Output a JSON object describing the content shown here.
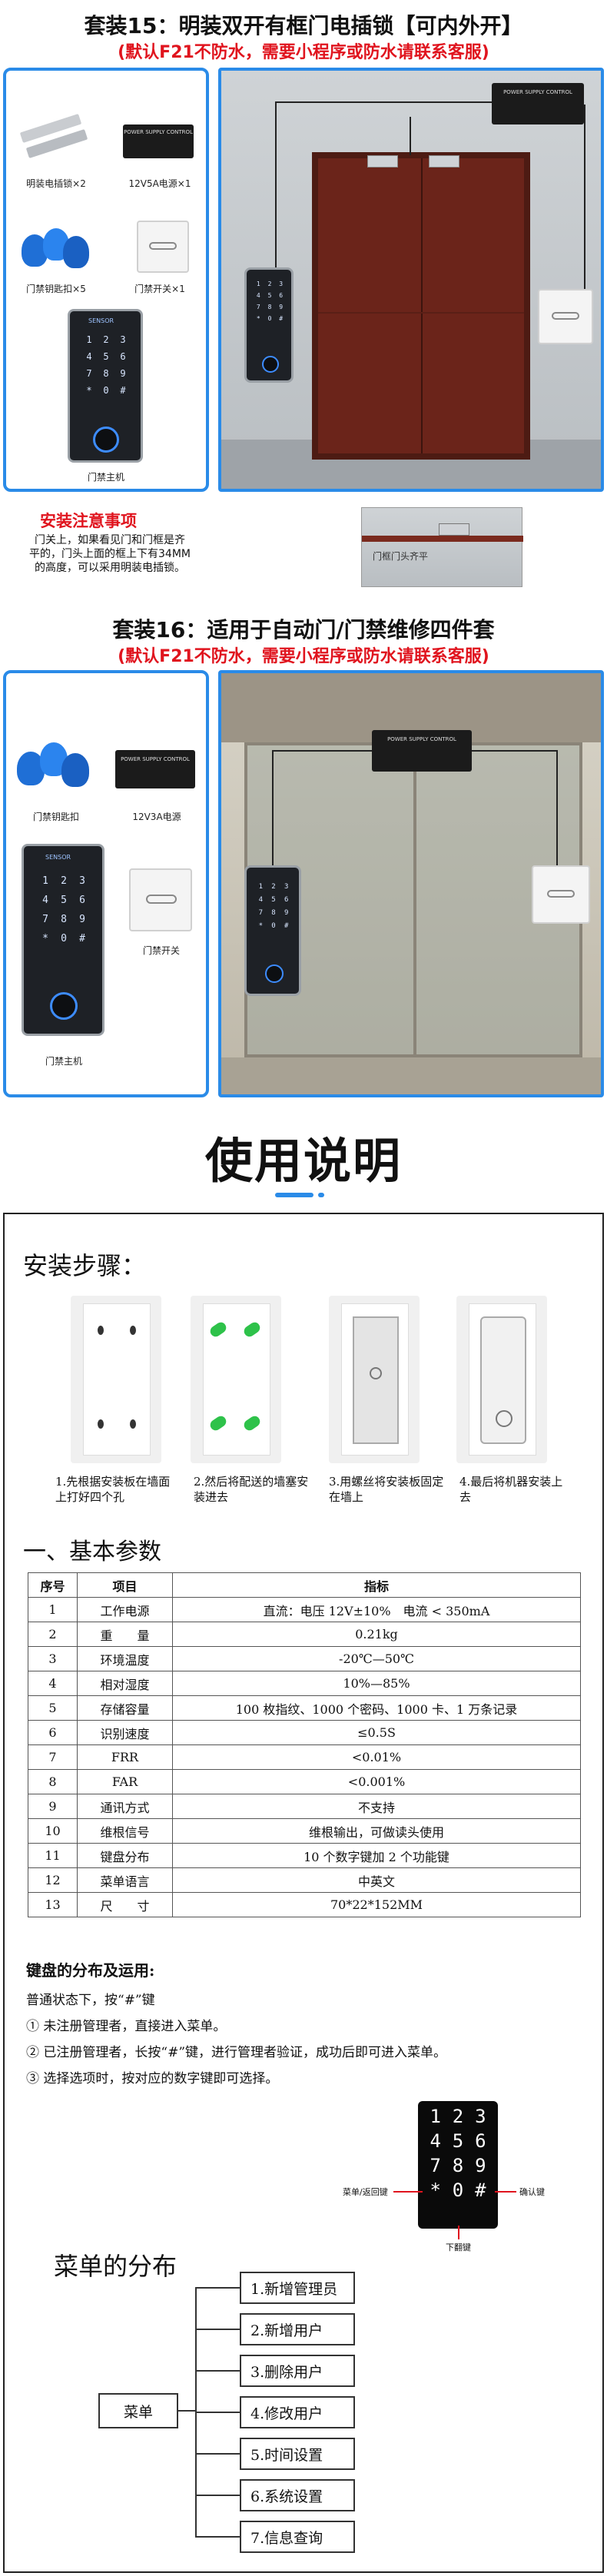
{
  "kit15": {
    "title": "套装15：明装双开有框门电插锁【可内外开】",
    "subtitle": "(默认F21不防水，需要小程序或防水请联系客服)",
    "items": [
      "明装电插锁×2",
      "12V5A电源×1",
      "门禁钥匙扣×5",
      "门禁开关×1",
      "门禁主机"
    ],
    "notice_title": "安装注意事项",
    "notice_text": [
      "门关上，如果看见门和门框是齐",
      "平的，门头上面的框上下有34MM",
      "的高度，可以采用明装电插锁。"
    ],
    "inset_caption": "门框门头齐平",
    "psu_label": "POWER SUPPLY CONTROL"
  },
  "kit16": {
    "title": "套装16：适用于自动门/门禁维修四件套",
    "subtitle": "(默认F21不防水，需要小程序或防水请联系客服)",
    "items": [
      "门禁钥匙扣",
      "12V3A电源",
      "门禁开关",
      "门禁主机"
    ],
    "psu_label": "POWER SUPPLY CONTROL"
  },
  "device": {
    "brand": "SENSOR",
    "keys": [
      "1",
      "2",
      "3",
      "4",
      "5",
      "6",
      "7",
      "8",
      "9",
      "*",
      "0",
      "#"
    ]
  },
  "manual": {
    "heading": "使用说明",
    "install_title": "安装步骤：",
    "steps": [
      "1.先根据安装板在墙面上打好四个孔",
      "2.然后将配送的墙塞安装进去",
      "3.用螺丝将安装板固定在墙上",
      "4.最后将机器安装上去"
    ],
    "params_title": "一、基本参数",
    "table_headers": [
      "序号",
      "项目",
      "指标"
    ],
    "table_rows": [
      [
        "1",
        "工作电源",
        "直流：电压 12V±10%　电流 < 350mA"
      ],
      [
        "2",
        "重　　量",
        "0.21kg"
      ],
      [
        "3",
        "环境温度",
        "-20℃—50℃"
      ],
      [
        "4",
        "相对湿度",
        "10%—85%"
      ],
      [
        "5",
        "存储容量",
        "100 枚指纹、1000 个密码、1000 卡、1 万条记录"
      ],
      [
        "6",
        "识别速度",
        "≤0.5S"
      ],
      [
        "7",
        "FRR",
        "<0.01%"
      ],
      [
        "8",
        "FAR",
        "<0.001%"
      ],
      [
        "9",
        "通讯方式",
        "不支持"
      ],
      [
        "10",
        "维根信号",
        "维根输出，可做读头使用"
      ],
      [
        "11",
        "键盘分布",
        "10 个数字键加 2 个功能键"
      ],
      [
        "12",
        "菜单语言",
        "中英文"
      ],
      [
        "13",
        "尺　　寸",
        "70*22*152MM"
      ]
    ],
    "keyboard_title": "键盘的分布及运用:",
    "keyboard_lines": [
      "普通状态下，按“#”键",
      "① 未注册管理者，直接进入菜单。",
      "② 已注册管理者，长按“#”键，进行管理者验证，成功后即可进入菜单。",
      "③ 选择选项时，按对应的数字键即可选择。"
    ],
    "keypad_labels": {
      "left": "菜单/返回键",
      "right": "确认键",
      "bottom": "下翻键"
    },
    "menu_title": "菜单的分布",
    "menu_root": "菜单",
    "menu_items": [
      "1.新增管理员",
      "2.新增用户",
      "3.删除用户",
      "4.修改用户",
      "5.时间设置",
      "6.系统设置",
      "7.信息查询"
    ]
  },
  "colors": {
    "accent": "#2a8be8",
    "red": "#e0141e",
    "door": "#7a2a1e"
  }
}
